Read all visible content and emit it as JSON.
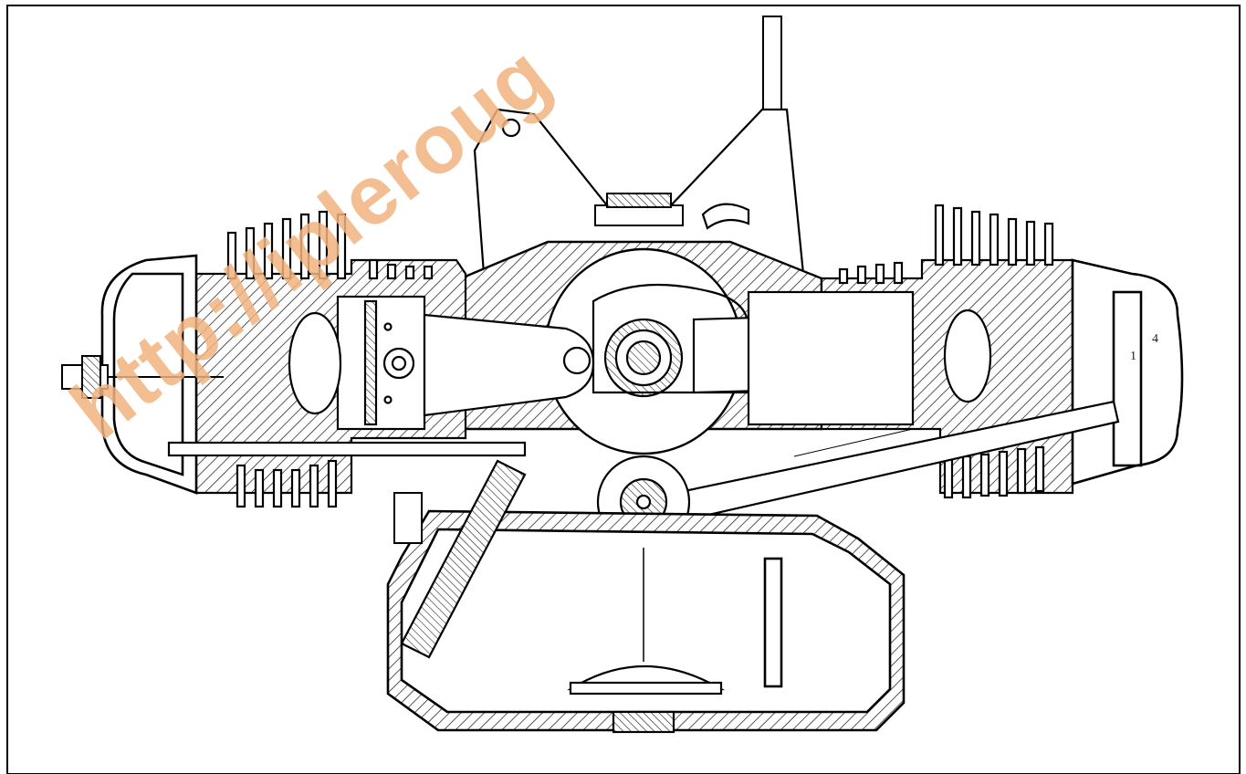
{
  "figure": {
    "watermark_text": "http://ipleroug",
    "watermark_color": "#f0b37f",
    "annotations": [
      "1",
      "4"
    ]
  }
}
